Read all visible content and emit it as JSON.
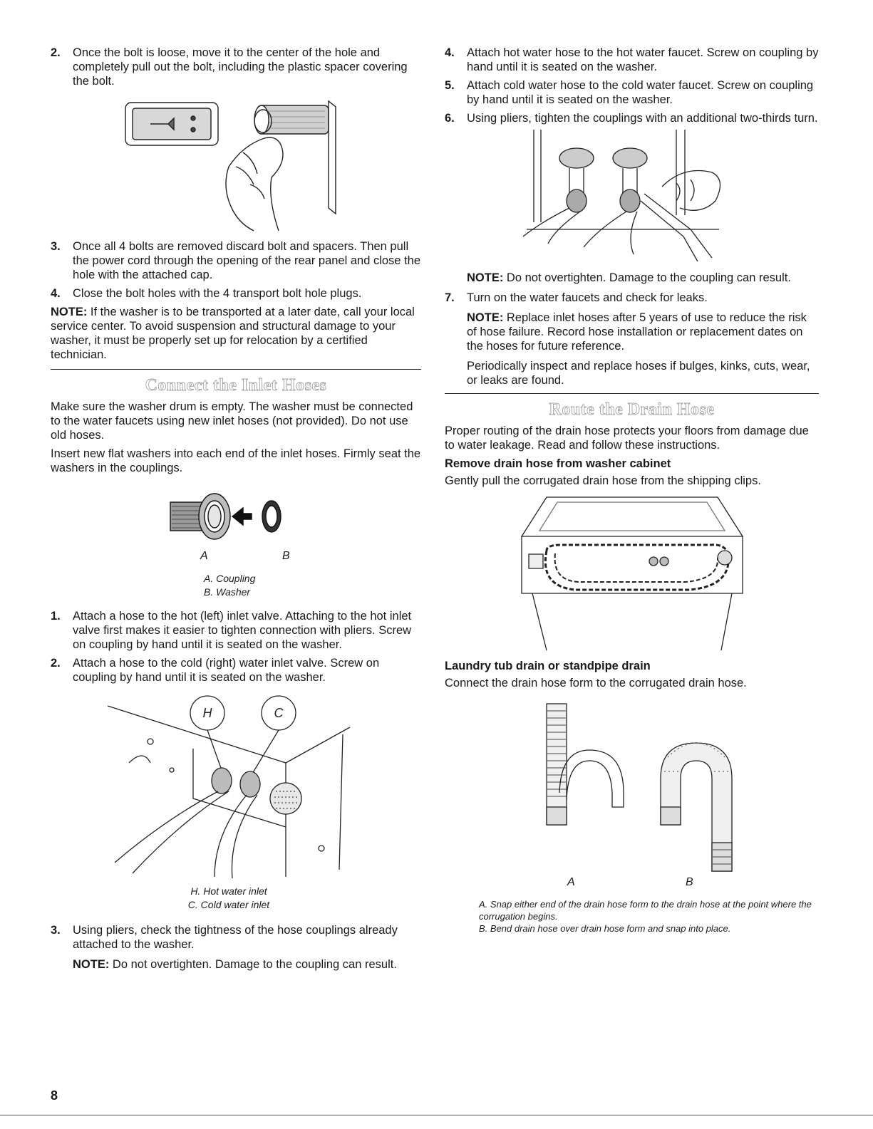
{
  "left": {
    "step2": {
      "num": "2.",
      "text": "Once the bolt is loose, move it to the center of the hole and completely pull out the bolt, including the plastic spacer covering the bolt."
    },
    "step3": {
      "num": "3.",
      "text": "Once all 4 bolts are removed discard bolt and spacers. Then pull the power cord through the opening of the rear panel and close the hole with the attached cap."
    },
    "step4": {
      "num": "4.",
      "text": "Close the bolt holes with the 4 transport bolt hole plugs."
    },
    "note1": {
      "label": "NOTE:",
      "text": " If the washer is to be transported at a later date, call your local service center. To avoid suspension and structural damage to your washer, it must be properly set up for relocation by a certified technician."
    },
    "section_title": "Connect the Inlet Hoses",
    "intro1": "Make sure the washer drum is empty. The washer must be connected to the water faucets using new inlet hoses (not provided). Do not use old hoses.",
    "intro2": "Insert new flat washers into each end of the inlet hoses. Firmly seat the washers in the couplings.",
    "fig_letters": {
      "a": "A",
      "b": "B"
    },
    "caption_a": "A. Coupling",
    "caption_b": "B. Washer",
    "inlet_step1": {
      "num": "1.",
      "text": "Attach a hose to the hot (left) inlet valve. Attaching to the hot inlet valve first makes it easier to tighten connection with pliers. Screw on coupling by hand until it is seated on the washer."
    },
    "inlet_step2": {
      "num": "2.",
      "text": "Attach a hose to the cold (right) water inlet valve. Screw on coupling by hand until it is seated on the washer."
    },
    "valve_labels": {
      "h": "H",
      "c": "C"
    },
    "caption_h": "H. Hot water inlet",
    "caption_c": "C. Cold water inlet",
    "inlet_step3": {
      "num": "3.",
      "text": "Using pliers, check the tightness of the hose couplings already attached to the washer."
    },
    "note2": {
      "label": "NOTE:",
      "text": " Do not overtighten. Damage to the coupling can result."
    }
  },
  "right": {
    "step4": {
      "num": "4.",
      "text": "Attach hot water hose to the hot water faucet. Screw on coupling by hand until it is seated on the washer."
    },
    "step5": {
      "num": "5.",
      "text": "Attach cold water hose to the cold water faucet. Screw on coupling by hand until it is seated on the washer."
    },
    "step6": {
      "num": "6.",
      "text": "Using pliers, tighten the couplings with an additional two-thirds turn."
    },
    "note3": {
      "label": "NOTE:",
      "text": " Do not overtighten. Damage to the coupling can result."
    },
    "step7": {
      "num": "7.",
      "text": "Turn on the water faucets and check for leaks."
    },
    "note4": {
      "label": "NOTE:",
      "text": " Replace inlet hoses after 5 years of use to reduce the risk of hose failure. Record hose installation or replacement dates on the hoses for future reference."
    },
    "periodic": "Periodically inspect and replace hoses if bulges, kinks, cuts, wear, or leaks are found.",
    "section_title": "Route the Drain Hose",
    "intro": "Proper routing of the drain hose protects your floors from damage due to water leakage. Read and follow these instructions.",
    "subhead1": "Remove drain hose from washer cabinet",
    "sub1_text": "Gently pull the corrugated drain hose from the shipping clips.",
    "subhead2": "Laundry tub drain or standpipe drain",
    "sub2_text": "Connect the drain hose form to the corrugated drain hose.",
    "fig_letters": {
      "a": "A",
      "b": "B"
    },
    "caption_a": "A. Snap either end of the drain hose form to the drain hose at the point where the corrugation begins.",
    "caption_b": "B. Bend drain hose over drain hose form and snap into place."
  },
  "page_number": "8"
}
